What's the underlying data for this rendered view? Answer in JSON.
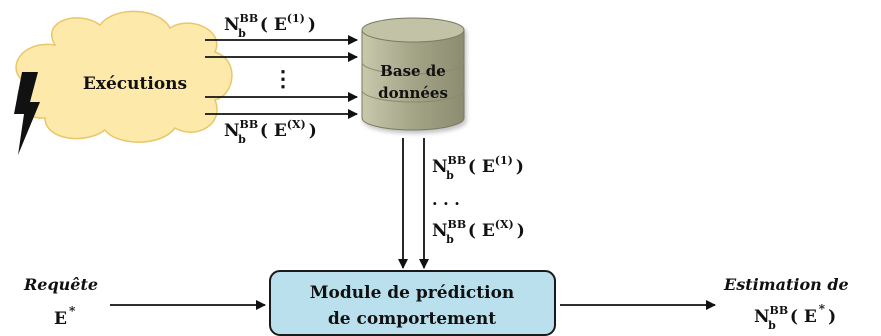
{
  "source": {
    "label": "Exécutions",
    "fill": "#fde9a9",
    "stroke": "#e8c76a"
  },
  "top_label_1": {
    "N": "N",
    "sup": "BB",
    "sub": "b",
    "arg": "( E",
    "arg_sup": "(1)",
    "close": ")"
  },
  "top_label_x": {
    "N": "N",
    "sup": "BB",
    "sub": "b",
    "arg": "( E",
    "arg_sup": "(X)",
    "close": ")"
  },
  "arrows_dots": "⋮",
  "database": {
    "line1": "Base de",
    "line2": "données",
    "fill": "#a9a98f"
  },
  "vertical_label_1": {
    "N": "N",
    "sup": "BB",
    "sub": "b",
    "arg": "( E",
    "arg_sup": "(1)",
    "close": ")"
  },
  "vertical_dots": ". . .",
  "vertical_label_x": {
    "N": "N",
    "sup": "BB",
    "sub": "b",
    "arg": "( E",
    "arg_sup": "(X)",
    "close": ")"
  },
  "module": {
    "line1": "Module de prédiction",
    "line2": "de comportement",
    "fill": "#b9e0ec",
    "stroke": "#1a1a1a"
  },
  "request": {
    "label": "Requête",
    "E": "E",
    "star": "*"
  },
  "estimation": {
    "label": "Estimation de",
    "N": "N",
    "sup": "BB",
    "sub": "b",
    "arg": "( E",
    "arg_sup": "*",
    "close": ")"
  }
}
